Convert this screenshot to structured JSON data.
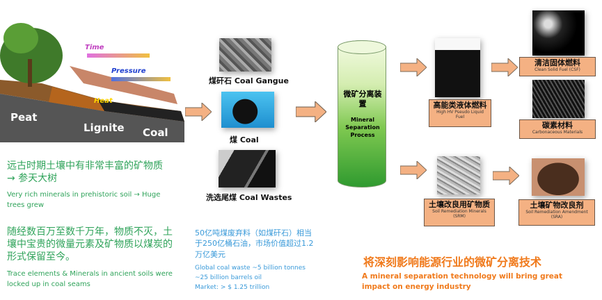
{
  "illustration": {
    "time": "Time",
    "pressure": "Pressure",
    "heat": "Heat",
    "peat": "Peat",
    "lignite": "Lignite",
    "coal": "Coal"
  },
  "inputs": [
    {
      "zh": "煤矸石",
      "en": "Coal Gangue"
    },
    {
      "zh": "煤",
      "en": "Coal"
    },
    {
      "zh": "洗选尾煤",
      "en": "Coal Wastes"
    }
  ],
  "process": {
    "zh": "微矿分离装置",
    "en": "Mineral Separation Process"
  },
  "products": {
    "liquid_fuel": {
      "zh": "高能类液体燃料",
      "en": "High HV Pseudo Liquid Fuel"
    },
    "solid_fuel": {
      "zh": "清洁固体燃料",
      "en": "Clean Solid Fuel (CSF)"
    },
    "carbon": {
      "zh": "碳素材料",
      "en": "Carbonaceous Materials"
    },
    "srm": {
      "zh": "土壤改良用矿物质",
      "en": "Soil Remediation Minerals (SRM)"
    },
    "sra": {
      "zh": "土壤矿物改良剂",
      "en": "Soil Remediation Amendment (SRA)"
    }
  },
  "left_text": {
    "p1_zh": "远古时期土壤中有非常丰富的矿物质 → 参天大树",
    "p1_en": "Very rich minerals in prehistoric soil → Huge trees grew",
    "p2_zh": "随经数百万至数千万年，物质不灭，土壤中宝贵的微量元素及矿物质以煤炭的形式保留至今。",
    "p2_en": "Trace elements & Minerals in ancient soils were locked up in coal seams"
  },
  "market_text": {
    "zh": "50亿吨煤废弃料（如煤矸石）相当于250亿桶石油，市场价值超过1.2万亿美元",
    "en1": "Global coal waste ~5 billion tonnes",
    "en2": "~25 billion barrels oil",
    "en3": "Market: > $ 1.25 trillion"
  },
  "conclusion": {
    "zh": "将深刻影响能源行业的微矿分离技术",
    "en": "A mineral separation technology will bring great impact on energy industry"
  },
  "colors": {
    "arrow": "#f4b183",
    "green": "#2fa35a",
    "blue": "#3a9ad9",
    "orange": "#f07a1c"
  }
}
